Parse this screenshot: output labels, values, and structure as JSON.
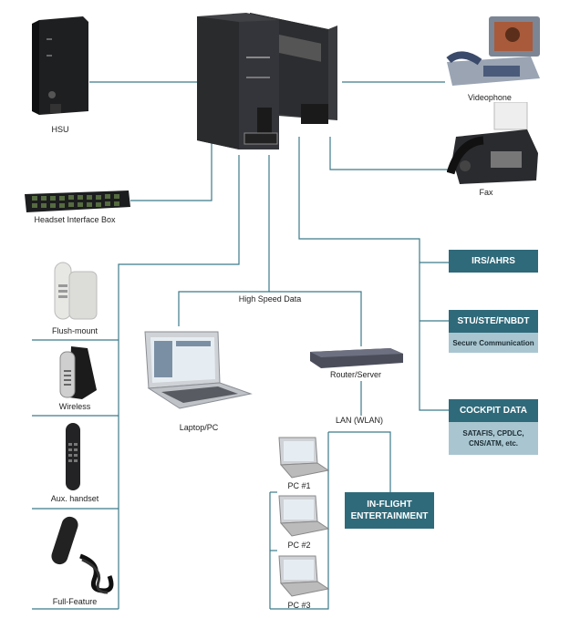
{
  "devices": {
    "hsu": "HSU",
    "videophone": "Videophone",
    "fax": "Fax",
    "headset_box": "Headset Interface Box",
    "flush_mount": "Flush-mount",
    "wireless": "Wireless",
    "aux_handset": "Aux. handset",
    "full_feature": "Full-Feature",
    "laptop": "Laptop/PC",
    "router": "Router/Server",
    "pc1": "PC #1",
    "pc2": "PC #2",
    "pc3": "PC #3"
  },
  "links": {
    "high_speed": "High Speed Data",
    "lan": "LAN (WLAN)"
  },
  "boxes": {
    "irs": "IRS/AHRS",
    "stu": "STU/STE/FNBDT",
    "stu_sub": "Secure Communication",
    "cockpit": "COCKPIT DATA",
    "cockpit_sub1": "SATAFIS, CPDLC,",
    "cockpit_sub2": "CNS/ATM, etc.",
    "ife1": "IN-FLIGHT",
    "ife2": "ENTERTAINMENT"
  },
  "colors": {
    "box_fill": "#2f6a7a",
    "sub_fill": "#a9c6d0",
    "line": "#3c7a8a"
  }
}
